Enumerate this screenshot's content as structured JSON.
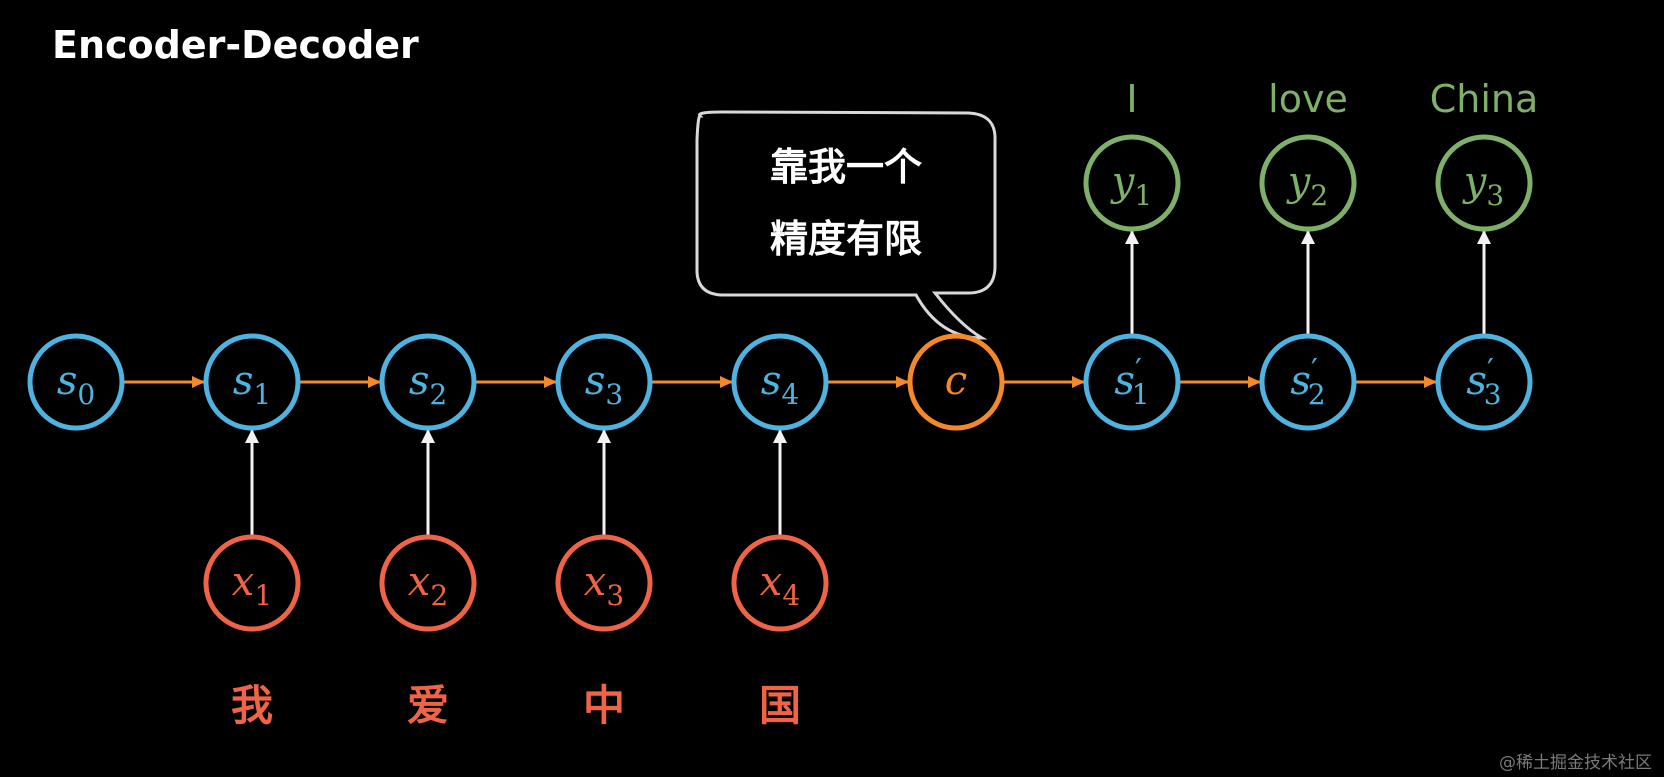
{
  "title": "Encoder-Decoder",
  "colors": {
    "background": "#000000",
    "state": "#4fb3e0",
    "input": "#ef6347",
    "output": "#7fb069",
    "context": "#f4892a",
    "arrow_flow": "#f4892a",
    "arrow_up": "#f2f2f2",
    "bubble_stroke": "#d9d9d9",
    "text": "#ffffff"
  },
  "encoder_states": [
    {
      "var": "s",
      "sub": "0"
    },
    {
      "var": "s",
      "sub": "1"
    },
    {
      "var": "s",
      "sub": "2"
    },
    {
      "var": "s",
      "sub": "3"
    },
    {
      "var": "s",
      "sub": "4"
    }
  ],
  "context": {
    "var": "c"
  },
  "decoder_states": [
    {
      "var": "s",
      "prime": "′",
      "sub": "1"
    },
    {
      "var": "s",
      "prime": "′",
      "sub": "2"
    },
    {
      "var": "s",
      "prime": "′",
      "sub": "3"
    }
  ],
  "inputs": [
    {
      "var": "x",
      "sub": "1",
      "word": "我"
    },
    {
      "var": "x",
      "sub": "2",
      "word": "爱"
    },
    {
      "var": "x",
      "sub": "3",
      "word": "中"
    },
    {
      "var": "x",
      "sub": "4",
      "word": "国"
    }
  ],
  "outputs": [
    {
      "var": "y",
      "sub": "1",
      "word": "I"
    },
    {
      "var": "y",
      "sub": "2",
      "word": "love"
    },
    {
      "var": "y",
      "sub": "3",
      "word": "China"
    }
  ],
  "speech_bubble": {
    "lines": [
      "靠我一个",
      "精度有限"
    ]
  },
  "watermark": "@稀土掘金技术社区"
}
